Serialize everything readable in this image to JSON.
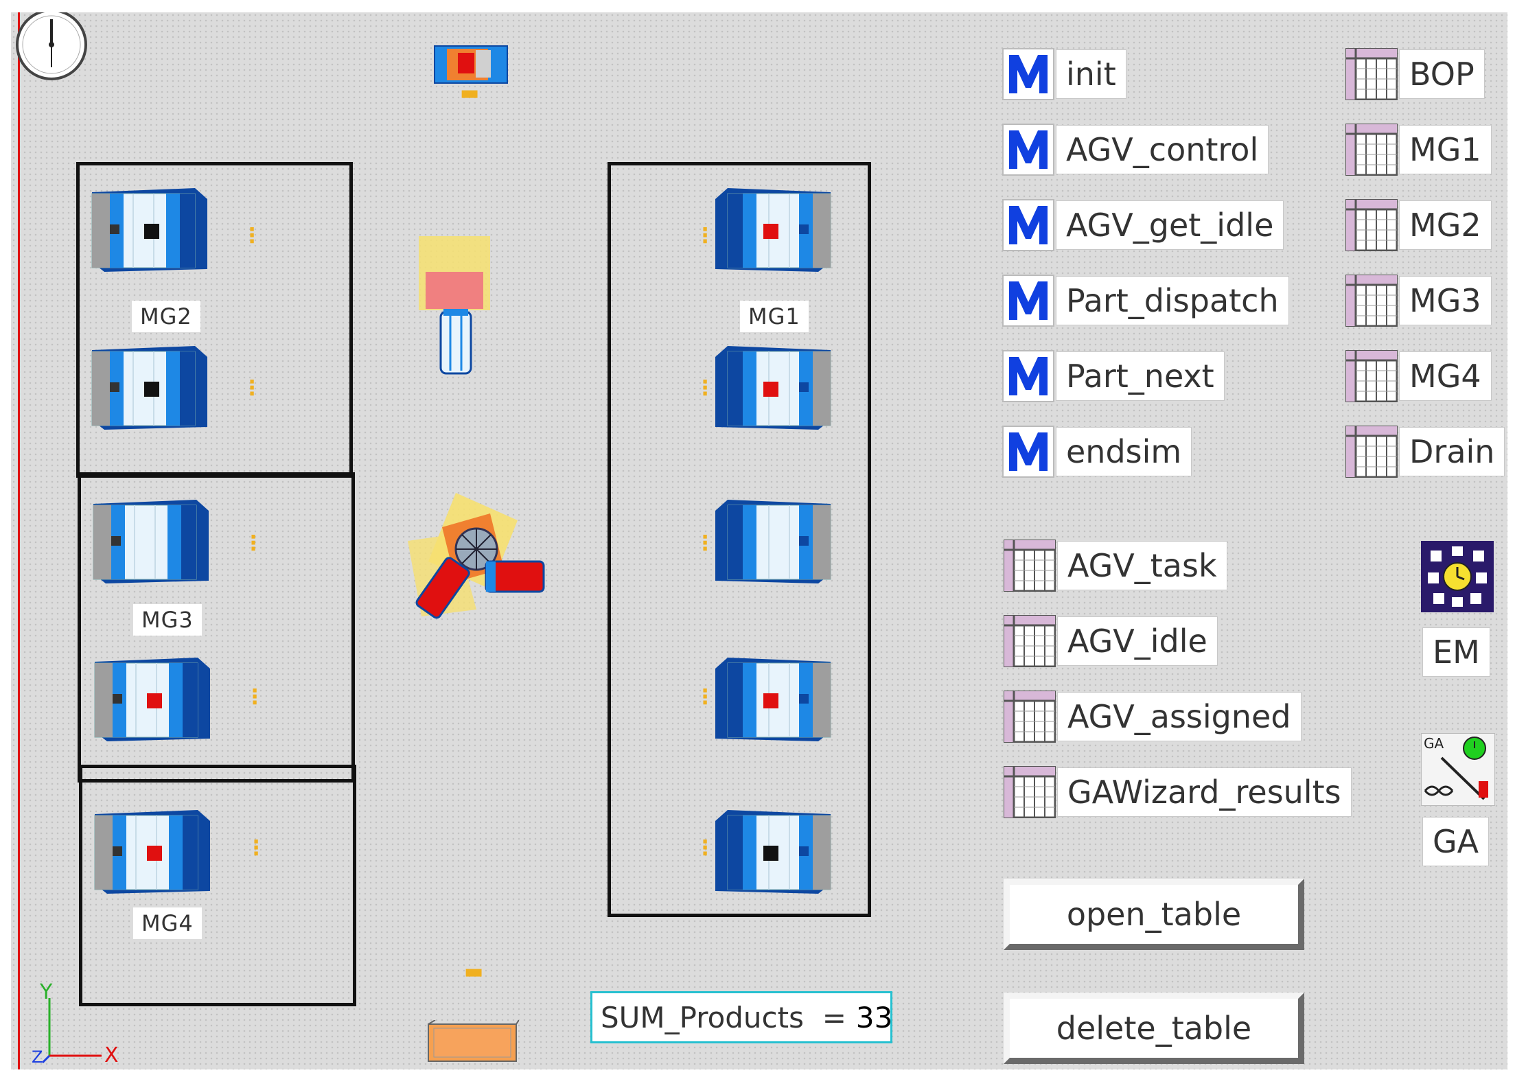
{
  "zones": {
    "mg2_label": "MG2",
    "mg3_label": "MG3",
    "mg4_label": "MG4",
    "mg1_label": "MG1"
  },
  "methods": [
    {
      "label": "init",
      "icon": "method-icon"
    },
    {
      "label": "AGV_control",
      "icon": "method-icon"
    },
    {
      "label": "AGV_get_idle",
      "icon": "method-icon"
    },
    {
      "label": "Part_dispatch",
      "icon": "method-icon"
    },
    {
      "label": "Part_next",
      "icon": "method-icon"
    },
    {
      "label": "endsim",
      "icon": "method-icon"
    }
  ],
  "tables_right": [
    {
      "label": "BOP",
      "icon": "table-icon"
    },
    {
      "label": "MG1",
      "icon": "table-icon"
    },
    {
      "label": "MG2",
      "icon": "table-icon"
    },
    {
      "label": "MG3",
      "icon": "table-icon"
    },
    {
      "label": "MG4",
      "icon": "table-icon"
    },
    {
      "label": "Drain",
      "icon": "table-icon"
    }
  ],
  "tables_lower": [
    {
      "label": "AGV_task",
      "icon": "table-icon"
    },
    {
      "label": "AGV_idle",
      "icon": "table-icon"
    },
    {
      "label": "AGV_assigned",
      "icon": "table-icon"
    },
    {
      "label": "GAWizard_results",
      "icon": "table-icon"
    }
  ],
  "tools": {
    "em_label": "EM",
    "ga_label": "GA",
    "ga_icon_text": "GA"
  },
  "buttons": {
    "open_table": "open_table",
    "delete_table": "delete_table"
  },
  "sum": {
    "label": "SUM_Products  =",
    "value": "33"
  },
  "axes": {
    "y": "Y",
    "x": "X",
    "z": "Z"
  },
  "colors": {
    "background": "#dcdcdc",
    "machine_blue": "#1e88e5",
    "part_red": "#e01010",
    "sum_border": "#26c0d0",
    "method_blue": "#1040e0"
  }
}
